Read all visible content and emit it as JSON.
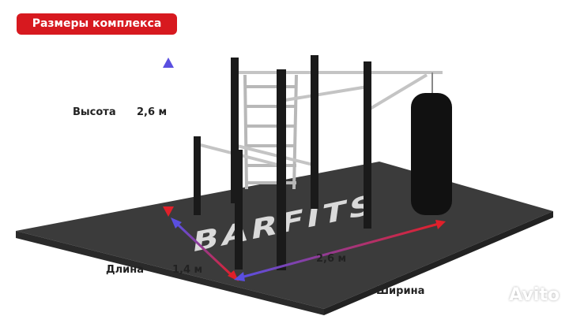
{
  "title": "Размеры комплекса",
  "dimensions": {
    "height": {
      "label": "Высота",
      "value": "2,6 м"
    },
    "length": {
      "label": "Длина",
      "value": "1,4 м"
    },
    "width": {
      "label": "Ширина",
      "value": "2,6 м"
    }
  },
  "mat_brand": "BARFITS",
  "watermark": "Avito",
  "colors": {
    "badge": "#d7191f",
    "arrow_red": "#e0202a",
    "arrow_blue": "#5a4fe0",
    "mat": "#3a3a3a"
  }
}
